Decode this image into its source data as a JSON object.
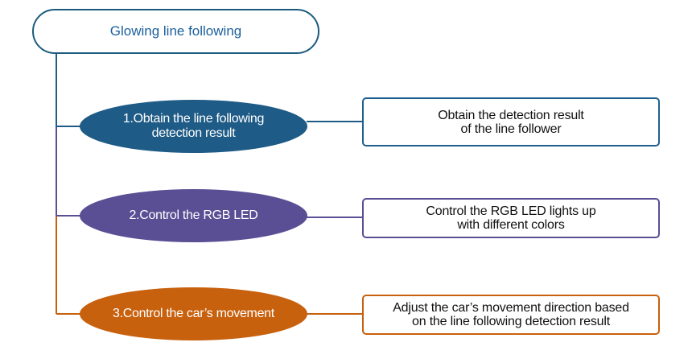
{
  "title": "Glowing line following",
  "steps": [
    {
      "label_line1": "1.Obtain the line following",
      "label_line2": "detection result",
      "desc_line1": "Obtain the detection result",
      "desc_line2": "of the line follower",
      "color": "#1e5b86"
    },
    {
      "label_line1": "2.Control the RGB LED",
      "label_line2": "",
      "desc_line1": "Control the RGB LED lights up",
      "desc_line2": "with different colors",
      "color": "#5a4e94"
    },
    {
      "label_line1": "3.Control the car’s movement",
      "label_line2": "",
      "desc_line1": "Adjust the car’s movement direction based",
      "desc_line2": "on the line following detection result",
      "color": "#c8610e"
    }
  ],
  "colors": {
    "title_border": "#1c5b7d",
    "title_text": "#1b5f9b"
  }
}
